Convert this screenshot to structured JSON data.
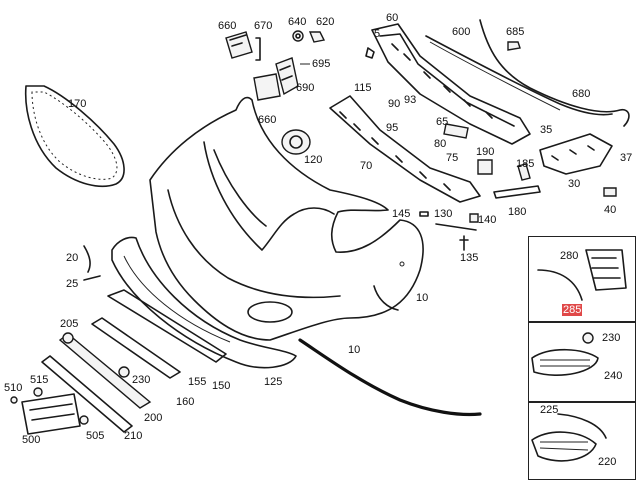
{
  "callouts": {
    "c660a": "660",
    "c670": "670",
    "c640": "640",
    "c620": "620",
    "c60": "60",
    "c600": "600",
    "c685": "685",
    "c695": "695",
    "c5": "5",
    "c680": "680",
    "c170": "170",
    "c690": "690",
    "c660b": "660",
    "c115": "115",
    "c90": "90",
    "c93": "93",
    "c65": "65",
    "c35": "35",
    "c95": "95",
    "c120": "120",
    "c70": "70",
    "c80": "80",
    "c75": "75",
    "c190": "190",
    "c185": "185",
    "c37": "37",
    "c30": "30",
    "c40": "40",
    "c145": "145",
    "c130": "130",
    "c140": "140",
    "c180": "180",
    "c20": "20",
    "c135": "135",
    "c25": "25",
    "c280": "280",
    "c285": "285",
    "c10a": "10",
    "c10b": "10",
    "c205": "205",
    "c230a": "230",
    "c230b": "230",
    "c515": "515",
    "c510": "510",
    "c155": "155",
    "c150": "150",
    "c125": "125",
    "c240": "240",
    "c160": "160",
    "c505": "505",
    "c500": "500",
    "c200": "200",
    "c210": "210",
    "c225": "225",
    "c220": "220"
  },
  "highlight_color": "#e04848"
}
